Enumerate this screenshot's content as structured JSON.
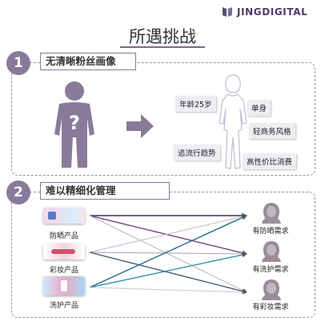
{
  "logo": {
    "text": "JINGDIGITAL"
  },
  "title": "所遇挑战",
  "section1": {
    "number": "1",
    "heading": "无清晰粉丝画像",
    "tags": {
      "age": "年龄25岁",
      "single": "单身",
      "style": "轻商务风格",
      "trend": "追流行趋势",
      "consume": "高性价比消费"
    }
  },
  "section2": {
    "number": "2",
    "heading": "难以精细化管理",
    "products": [
      "防晒产品",
      "彩妆产品",
      "洗护产品"
    ],
    "needs": [
      "有防晒需求",
      "有洗护需求",
      "有彩妆需求"
    ]
  },
  "colors": {
    "accent": "#8a7a9a",
    "figure": "#8a7a9a",
    "dashed": "#9a8eaa"
  }
}
